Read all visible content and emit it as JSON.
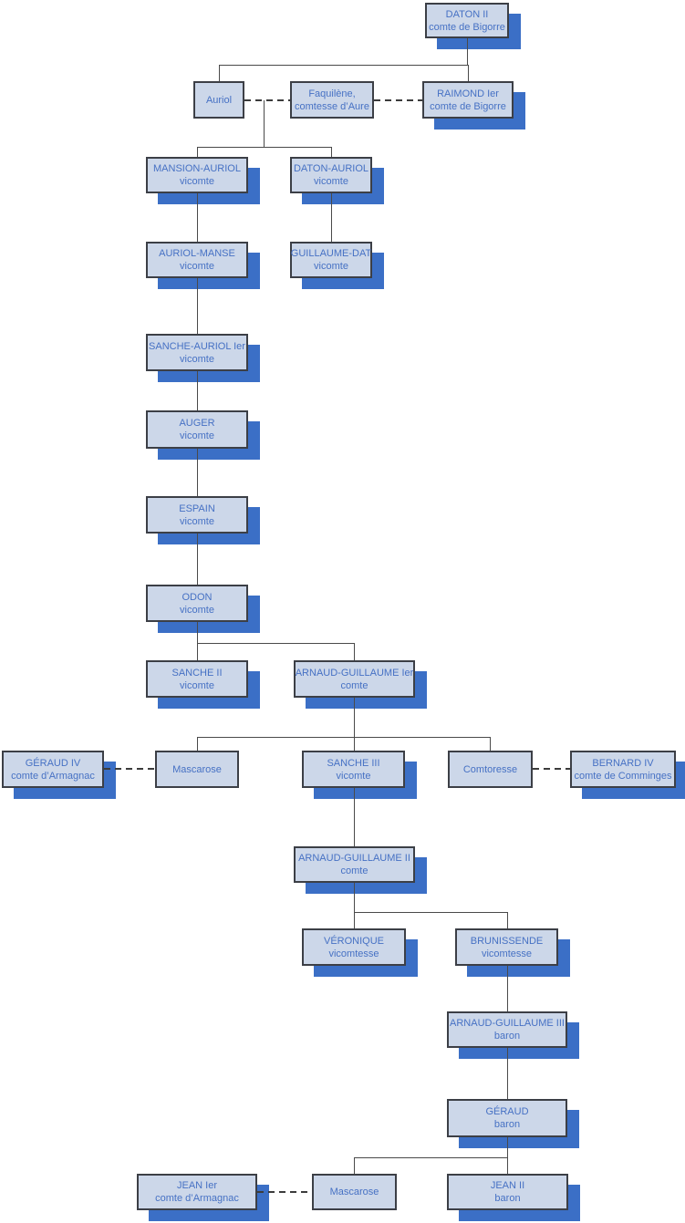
{
  "diagram_type": "family-tree",
  "colors": {
    "box_fill": "#ccd7e9",
    "box_border": "#3c3f46",
    "shadow_color": "#3b6fc6",
    "text_color": "#4671c4",
    "line_color": "#4a4a4a",
    "dash_color": "#3c3c3c",
    "background": "#ffffff"
  },
  "nodes": {
    "daton_ii": {
      "name": "DATON II",
      "title": "comte de Bigorre"
    },
    "auriol": {
      "name": "Auriol"
    },
    "faquilene": {
      "name": "Faquilène,",
      "title": "comtesse d’Aure"
    },
    "raimond_ier": {
      "name": "RAIMOND Ier",
      "title": "comte de Bigorre"
    },
    "mansion_auriol": {
      "name": "MANSION-AURIOL",
      "title": "vicomte"
    },
    "daton_auriol": {
      "name": "DATON-AURIOL",
      "title": "vicomte"
    },
    "auriol_manse": {
      "name": "AURIOL-MANSE",
      "title": "vicomte"
    },
    "guillaume_dat": {
      "name": "GUILLAUME-DAT",
      "title": "vicomte"
    },
    "sanche_auriol_ier": {
      "name": "SANCHE-AURIOL Ier",
      "title": "vicomte"
    },
    "auger": {
      "name": "AUGER",
      "title": "vicomte"
    },
    "espain": {
      "name": "ESPAIN",
      "title": "vicomte"
    },
    "odon": {
      "name": "ODON",
      "title": "vicomte"
    },
    "sanche_ii": {
      "name": "SANCHE II",
      "title": "vicomte"
    },
    "arnaud_guillaume_ier": {
      "name": "ARNAUD-GUILLAUME Ier",
      "title": "comte"
    },
    "geraud_iv": {
      "name": "GÉRAUD IV",
      "title": "comte d’Armagnac"
    },
    "mascarose_1": {
      "name": "Mascarose"
    },
    "sanche_iii": {
      "name": "SANCHE III",
      "title": "vicomte"
    },
    "comtoresse": {
      "name": "Comtoresse"
    },
    "bernard_iv": {
      "name": "BERNARD IV",
      "title": "comte de Comminges"
    },
    "arnaud_guillaume_ii": {
      "name": "ARNAUD-GUILLAUME II",
      "title": "comte"
    },
    "veronique": {
      "name": "VÉRONIQUE",
      "title": "vicomtesse"
    },
    "brunissende": {
      "name": "BRUNISSENDE",
      "title": "vicomtesse"
    },
    "arnaud_guillaume_iii": {
      "name": "ARNAUD-GUILLAUME III",
      "title": "baron"
    },
    "geraud": {
      "name": "GÉRAUD",
      "title": "baron"
    },
    "jean_ier": {
      "name": "JEAN Ier",
      "title": "comte d’Armagnac"
    },
    "mascarose_2": {
      "name": "Mascarose"
    },
    "jean_ii": {
      "name": "JEAN II",
      "title": "baron"
    }
  },
  "relationships": {
    "parent_child": [
      {
        "parents": [
          "daton_ii"
        ],
        "children": [
          "auriol",
          "raimond_ier"
        ]
      },
      {
        "parents": [
          "auriol",
          "faquilene"
        ],
        "children": [
          "mansion_auriol",
          "daton_auriol"
        ]
      },
      {
        "parents": [
          "mansion_auriol"
        ],
        "children": [
          "auriol_manse"
        ]
      },
      {
        "parents": [
          "daton_auriol"
        ],
        "children": [
          "guillaume_dat"
        ]
      },
      {
        "parents": [
          "auriol_manse"
        ],
        "children": [
          "sanche_auriol_ier"
        ]
      },
      {
        "parents": [
          "sanche_auriol_ier"
        ],
        "children": [
          "auger"
        ]
      },
      {
        "parents": [
          "auger"
        ],
        "children": [
          "espain"
        ]
      },
      {
        "parents": [
          "espain"
        ],
        "children": [
          "odon"
        ]
      },
      {
        "parents": [
          "odon"
        ],
        "children": [
          "sanche_ii",
          "arnaud_guillaume_ier"
        ]
      },
      {
        "parents": [
          "arnaud_guillaume_ier"
        ],
        "children": [
          "mascarose_1",
          "sanche_iii",
          "comtoresse"
        ]
      },
      {
        "parents": [
          "sanche_iii"
        ],
        "children": [
          "arnaud_guillaume_ii"
        ]
      },
      {
        "parents": [
          "arnaud_guillaume_ii"
        ],
        "children": [
          "veronique",
          "brunissende"
        ]
      },
      {
        "parents": [
          "brunissende"
        ],
        "children": [
          "arnaud_guillaume_iii"
        ]
      },
      {
        "parents": [
          "arnaud_guillaume_iii"
        ],
        "children": [
          "geraud"
        ]
      },
      {
        "parents": [
          "geraud"
        ],
        "children": [
          "mascarose_2",
          "jean_ii"
        ]
      }
    ],
    "marriages": [
      [
        "auriol",
        "faquilene"
      ],
      [
        "faquilene",
        "raimond_ier"
      ],
      [
        "geraud_iv",
        "mascarose_1"
      ],
      [
        "comtoresse",
        "bernard_iv"
      ],
      [
        "jean_ier",
        "mascarose_2"
      ]
    ]
  }
}
